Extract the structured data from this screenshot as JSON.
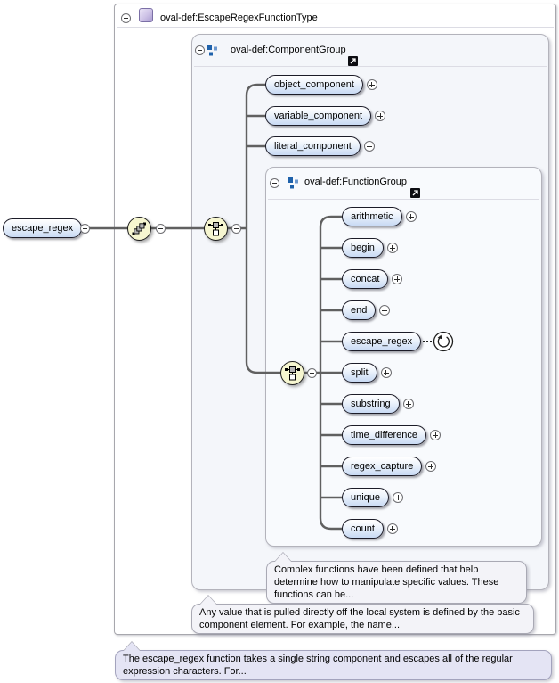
{
  "root_element": {
    "label": "escape_regex"
  },
  "type_box": {
    "title": "oval-def:EscapeRegexFunctionType"
  },
  "component_group": {
    "title": "oval-def:ComponentGroup",
    "elements": [
      {
        "label": "object_component"
      },
      {
        "label": "variable_component"
      },
      {
        "label": "literal_component"
      }
    ],
    "annotation": "Any value that is pulled directly off the local system is defined by the basic component element. For example, the name..."
  },
  "function_group": {
    "title": "oval-def:FunctionGroup",
    "elements": [
      {
        "label": "arithmetic"
      },
      {
        "label": "begin"
      },
      {
        "label": "concat"
      },
      {
        "label": "end"
      },
      {
        "label": "escape_regex"
      },
      {
        "label": "split"
      },
      {
        "label": "substring"
      },
      {
        "label": "time_difference"
      },
      {
        "label": "regex_capture"
      },
      {
        "label": "unique"
      },
      {
        "label": "count"
      }
    ],
    "annotation": "Complex functions have been defined that help determine how to manipulate specific values. These functions can be..."
  },
  "root_annotation": "The escape_regex function takes a single string component and escapes all of the regular expression characters. For...",
  "colors": {
    "element_fill": "#c8daf4",
    "compositor_fill": "#f6f6d0",
    "group_fill": "#f4f6fa",
    "group_icon_blue": "#1f62ab",
    "complextype_purple": "#b4a6d4",
    "annotation_gray": "#f3f3f8",
    "annotation_lavender": "#e4e4f4",
    "connector": "#606060"
  }
}
